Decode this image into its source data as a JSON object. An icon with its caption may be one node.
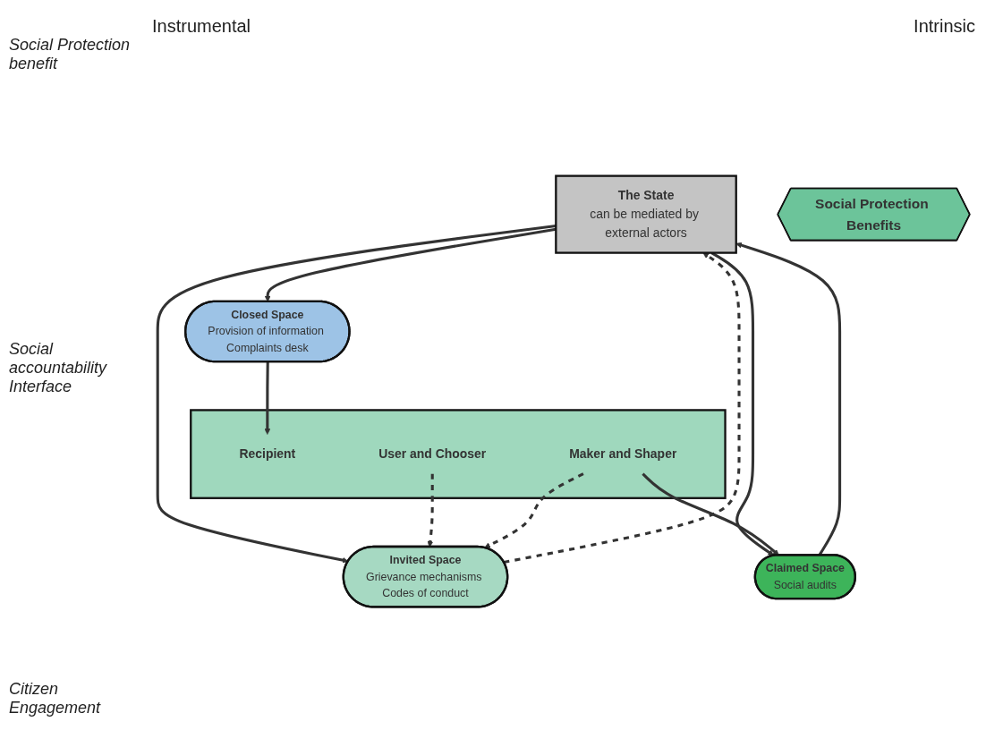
{
  "diagram": {
    "nodes": [
      {
        "text": [
          "Social Protection Benefits"
        ]
      },
      {
        "text": [
          "The State",
          "can be mediated by external actors"
        ]
      },
      {
        "text": [
          "Closed Space",
          "Provision of information Complaints desk"
        ]
      },
      {
        "text": [
          "Invited Space",
          "Grievance mechanisms Codes of conduct"
        ]
      },
      {
        "text": [
          "Claimed Space",
          "Social audits"
        ]
      },
      {
        "text": [],
        "shape": "bar"
      },
      {
        "text": [
          "Recipient"
        ],
        "in": 5
      },
      {
        "text": [
          "User and Chooser"
        ],
        "in": 5
      },
      {
        "text": [
          "Maker and Shaper"
        ],
        "in": 5
      }
    ],
    "edges": [
      {
        "from": 1,
        "to": 2,
        "arrow": "to"
      },
      {
        "from": 1,
        "to": 3,
        "arrow": "to"
      },
      {
        "from": 3,
        "to": 1,
        "arrow": "to",
        "style": "dashed"
      },
      {
        "from": 1,
        "to": 4,
        "arrow": "to"
      },
      {
        "from": 4,
        "to": 1,
        "arrow": "to"
      },
      {
        "from": 2,
        "to": 6,
        "arrow": "to"
      },
      {
        "from": 7,
        "to": 3,
        "arrow": "to",
        "style": "dashed"
      },
      {
        "from": 8,
        "to": 3,
        "arrow": "to",
        "style": "dashed"
      },
      {
        "from": 8,
        "to": 4,
        "arrow": "to"
      }
    ],
    "labels": [
      "Social Protection benefit",
      "Instrumental",
      "Intrinsic",
      "Social accountability Interface",
      "Citizen Engagement"
    ]
  }
}
